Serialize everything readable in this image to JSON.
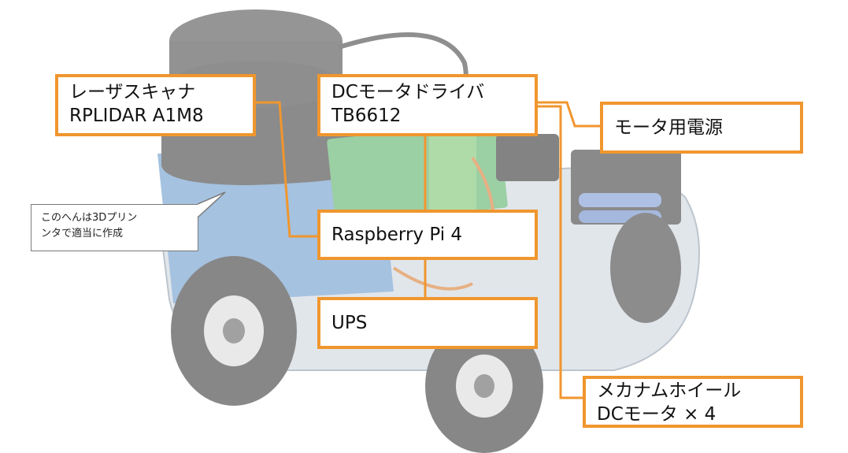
{
  "colors": {
    "accent_orange": "#f0962e",
    "box_background": "#ffffff",
    "callout_border": "#7a7a7a",
    "text": "#111111"
  },
  "photo": {
    "subject": "mecanum-wheel robot car",
    "style": "faded photograph"
  },
  "labels": {
    "lidar": {
      "line1": "レーザスキャナ",
      "line2": "RPLIDAR A1M8"
    },
    "motor_driver": {
      "line1": "DCモータドライバ",
      "line2": "TB6612"
    },
    "motor_power": {
      "line1": "モータ用電源"
    },
    "raspberry_pi": {
      "line1": "Raspberry Pi 4"
    },
    "ups": {
      "line1": "UPS"
    },
    "mecanum": {
      "line1": "メカナムホイール",
      "line2": "DCモータ × 4"
    }
  },
  "callout": {
    "line1": "このへんは3Dプリン",
    "line2": "ンタで適当に作成"
  }
}
